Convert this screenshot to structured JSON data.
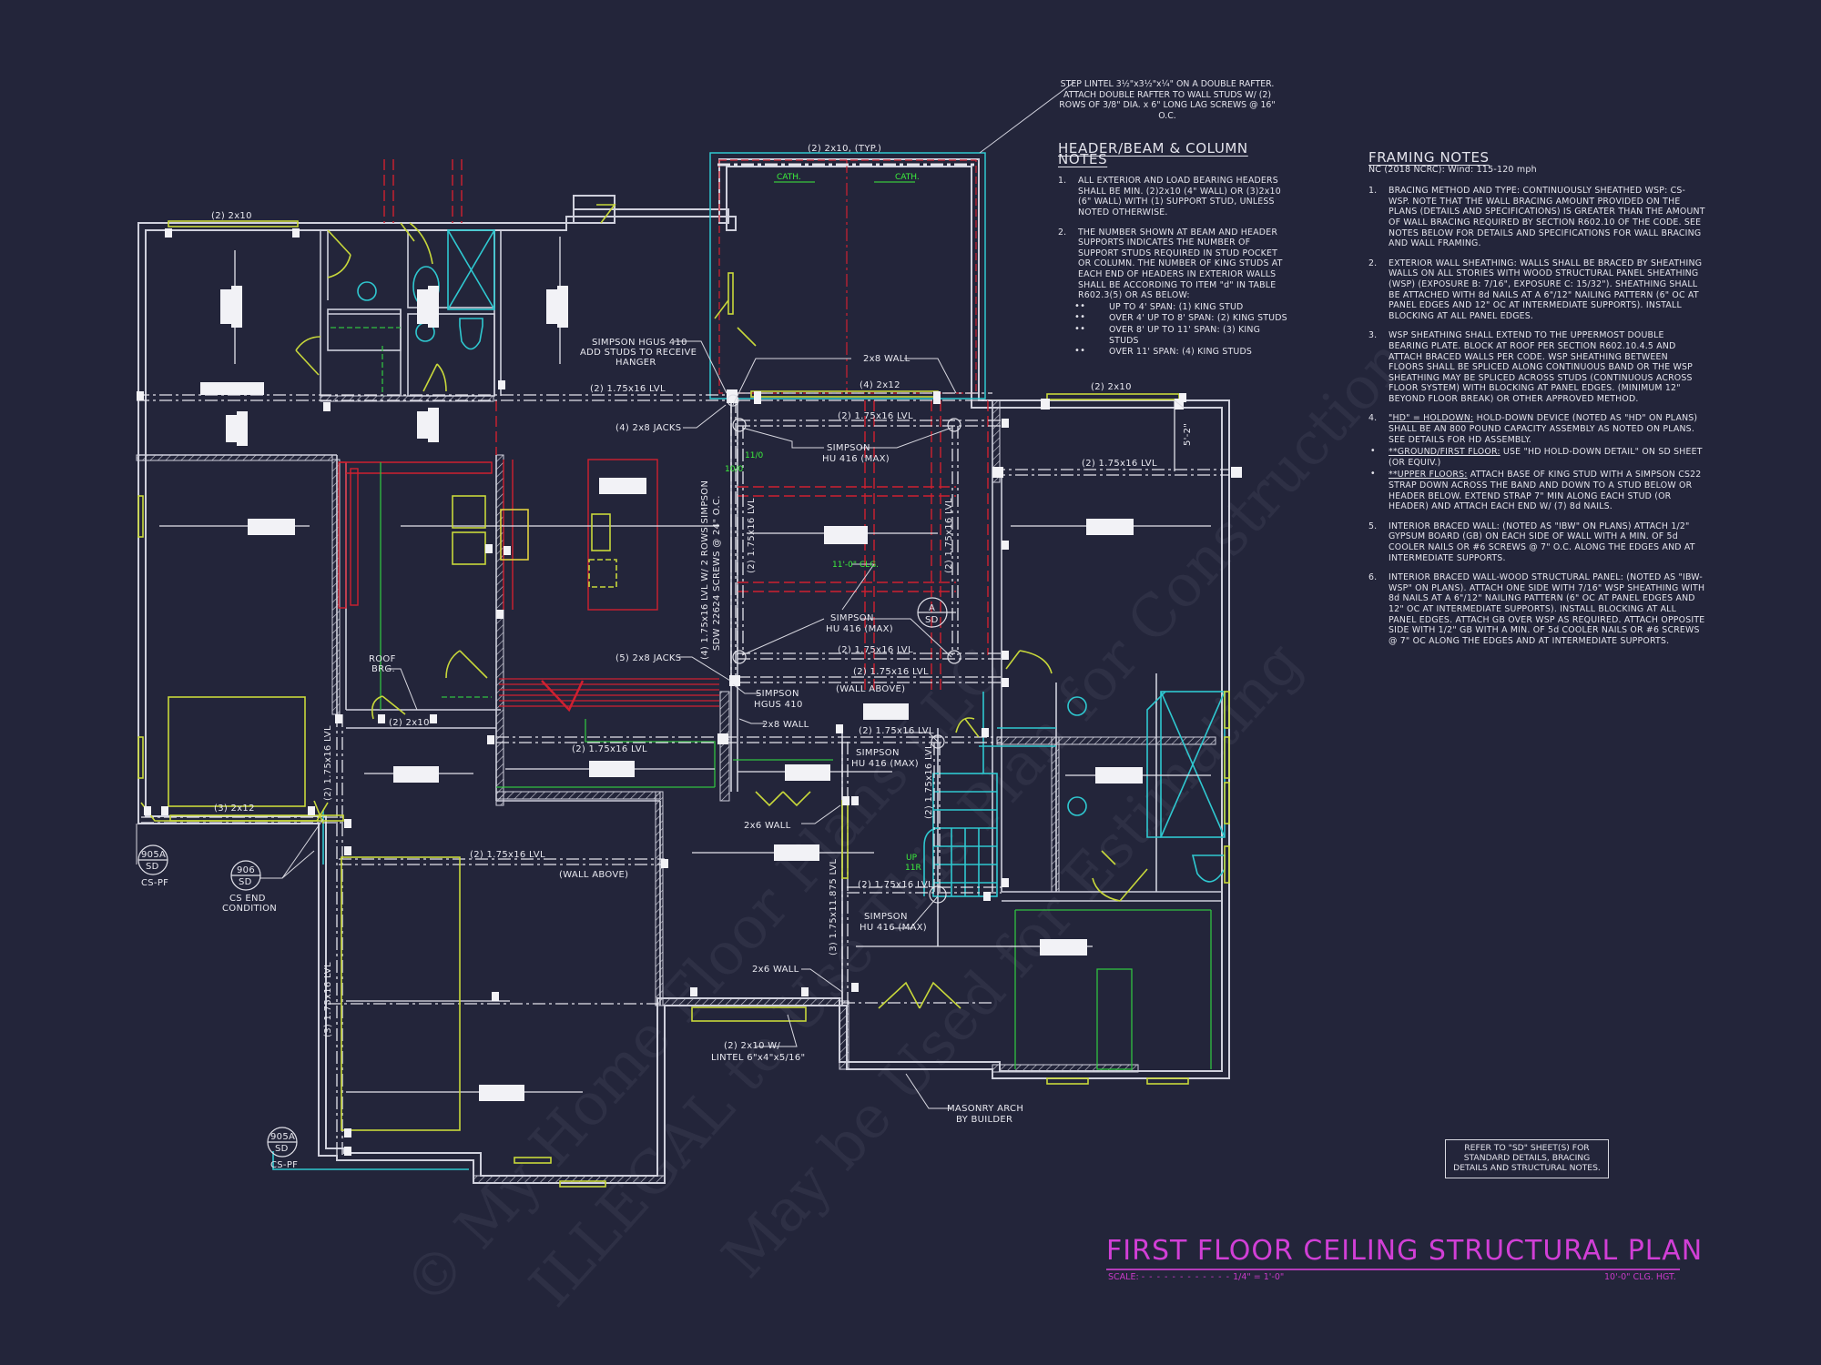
{
  "sheet": {
    "title": "FIRST FLOOR CEILING STRUCTURAL PLAN",
    "scale_label": "SCALE:",
    "scale_value": "1/4\" = 1'-0\"",
    "ceiling_height": "10'-0\" CLG. HGT.",
    "refer_note": "REFER TO \"SD\" SHEET(S) FOR STANDARD DETAILS, BRACING DETAILS AND STRUCTURAL NOTES.",
    "colors": {
      "background": "#23253a",
      "title": "#d13fd6",
      "walls": "#d0d0dc",
      "headers": "#c8d83a",
      "fixtures": "#2fc8d0",
      "beams": "#d02030",
      "annotations_green": "#3cf03c"
    }
  },
  "watermarks": [
    "© My Home Floor Plans LLC",
    "ILLEGAL to Use This Plan for Construction",
    "May be Used for Estimating"
  ],
  "step_lintel_note": "STEP LINTEL 3½\"x3½\"x¼\" ON A DOUBLE RAFTER. ATTACH DOUBLE RAFTER TO WALL STUDS W/ (2) ROWS OF 3/8\" DIA. x 6\" LONG LAG SCREWS @ 16\" O.C.",
  "header_notes": {
    "title": "HEADER/BEAM & COLUMN NOTES",
    "items": [
      {
        "num": "1.",
        "text": "ALL EXTERIOR AND LOAD BEARING HEADERS SHALL BE MIN. (2)2x10 (4\" WALL) OR (3)2x10 (6\" WALL) WITH (1) SUPPORT STUD, UNLESS NOTED OTHERWISE."
      },
      {
        "num": "2.",
        "text": "THE NUMBER SHOWN AT BEAM AND HEADER SUPPORTS INDICATES THE NUMBER OF SUPPORT STUDS REQUIRED IN STUD POCKET OR COLUMN. THE NUMBER OF KING STUDS AT EACH END OF HEADERS IN EXTERIOR WALLS SHALL BE ACCORDING TO ITEM \"d\" IN TABLE R602.3(5) OR AS BELOW:"
      }
    ],
    "bullets": [
      "UP TO 4' SPAN: (1) KING STUD",
      "OVER 4' UP TO 8' SPAN: (2) KING STUDS",
      "OVER 8' UP TO 11' SPAN: (3) KING STUDS",
      "OVER 11' SPAN: (4) KING STUDS"
    ]
  },
  "framing_notes": {
    "title": "FRAMING NOTES",
    "subtitle": "NC (2018 NCRC): Wind: 115-120 mph",
    "items": [
      {
        "num": "1.",
        "text": "BRACING METHOD AND TYPE: CONTINUOUSLY SHEATHED WSP: CS-WSP. NOTE THAT THE WALL BRACING AMOUNT PROVIDED ON THE PLANS (DETAILS AND SPECIFICATIONS) IS GREATER THAN THE AMOUNT OF WALL BRACING REQUIRED BY SECTION R602.10 OF THE CODE. SEE NOTES BELOW FOR DETAILS AND SPECIFICATIONS FOR WALL BRACING AND WALL FRAMING."
      },
      {
        "num": "2.",
        "text": "EXTERIOR WALL SHEATHING: WALLS SHALL BE BRACED BY SHEATHING WALLS ON ALL STORIES WITH WOOD STRUCTURAL PANEL SHEATHING (WSP) (EXPOSURE B: 7/16\", EXPOSURE C: 15/32\"). SHEATHING SHALL BE ATTACHED WITH 8d NAILS AT A 6\"/12\" NAILING PATTERN (6\" OC AT PANEL EDGES AND 12\" OC AT INTERMEDIATE SUPPORTS). INSTALL BLOCKING AT ALL PANEL EDGES."
      },
      {
        "num": "3.",
        "text": "WSP SHEATHING SHALL EXTEND TO THE UPPERMOST DOUBLE BEARING PLATE. BLOCK AT ROOF PER SECTION R602.10.4.5 AND ATTACH BRACED WALLS PER CODE. WSP SHEATHING BETWEEN FLOORS SHALL BE SPLICED ALONG CONTINUOUS BAND OR THE WSP SHEATHING MAY BE SPLICED ACROSS STUDS (CONTINUOUS ACROSS FLOOR SYSTEM) WITH BLOCKING AT PANEL EDGES. (MINIMUM 12\" BEYOND FLOOR BREAK) OR OTHER APPROVED METHOD."
      },
      {
        "num": "4.",
        "lead": "\"HD\" = HOLDOWN:",
        "text": " HOLD-DOWN DEVICE (NOTED AS \"HD\" ON PLANS) SHALL BE AN 800 POUND CAPACITY ASSEMBLY AS NOTED ON PLANS. SEE DETAILS FOR HD ASSEMBLY."
      },
      {
        "num": "5.",
        "text": "INTERIOR BRACED WALL: (NOTED AS \"IBW\" ON PLANS) ATTACH 1/2\" GYPSUM BOARD (GB) ON EACH SIDE OF WALL WITH A MIN. OF 5d COOLER NAILS OR #6 SCREWS @ 7\" O.C. ALONG THE EDGES AND AT INTERMEDIATE SUPPORTS."
      },
      {
        "num": "6.",
        "text": "INTERIOR BRACED WALL-WOOD STRUCTURAL PANEL: (NOTED AS \"IBW-WSP\" ON PLANS). ATTACH ONE SIDE WITH 7/16\" WSP SHEATHING WITH 8d NAILS AT A 6\"/12\" NAILING PATTERN (6\" OC AT PANEL EDGES AND 12\" OC AT INTERMEDIATE SUPPORTS). INSTALL BLOCKING AT ALL PANEL EDGES. ATTACH GB OVER WSP AS REQUIRED. ATTACH OPPOSITE SIDE WITH 1/2\" GB WITH A MIN. OF 5d COOLER NAILS OR #6 SCREWS @ 7\" OC ALONG THE EDGES AND AT INTERMEDIATE SUPPORTS."
      }
    ],
    "hd_bullets": [
      {
        "lead": "**GROUND/FIRST FLOOR:",
        "text": "  USE \"HD HOLD-DOWN DETAIL\" ON SD SHEET (OR EQUIV.)"
      },
      {
        "lead": "**UPPER FLOORS:",
        "text": " ATTACH BASE OF KING STUD WITH A SIMPSON CS22 STRAP DOWN ACROSS THE BAND AND DOWN TO A STUD BELOW OR HEADER BELOW.  EXTEND STRAP 7\" MIN ALONG EACH STUD (OR HEADER) AND ATTACH EACH END W/ (7) 8d NAILS."
      }
    ]
  },
  "plan_labels": {
    "hdr_2x10_nw": "(2) 2x10",
    "hdr_2x10_typ": "(2) 2x10, (TYP.)",
    "cath_left": "CATH.",
    "cath_right": "CATH.",
    "hgus_note_1": "SIMPSON HGUS 410",
    "hgus_note_2": "ADD STUDS TO RECEIVE",
    "hgus_note_3": "HANGER",
    "lvl_upper_left": "(2) 1.75x16 LVL",
    "jacks_4": "(4) 2x8 JACKS",
    "wall_2x8_top": "2x8 WALL",
    "hdr_4_2x12": "(4) 2x12",
    "lvl_top_mid": "(2) 1.75x16 LVL",
    "simpson_a1": "SIMPSON",
    "simpson_a2": "HU 416 (MAX)",
    "hdr_2x10_east": "(2) 2x10",
    "dim_5_2": "5'-2\"",
    "lvl_east": "(2) 1.75x16 LVL",
    "lvl_v_left": "(2) 1.75x16 LVL",
    "lvl_v_right": "(2) 1.75x16 LVL",
    "lvl_4_v1": "(4) 1.75x16 LVL W/ 2 ROWS SIMPSON",
    "lvl_4_v2": "SDW 22624 SCREWS @ 24\" O.C.",
    "clg_11": "11'-0\" CLG.",
    "green_a": "11/0",
    "green_b": "10/0",
    "simpson_b1": "SIMPSON",
    "simpson_b2": "HU 416 (MAX)",
    "section_a_top": "A",
    "section_a_bot": "SD",
    "lvl_mid_1": "(2) 1.75x16 LVL",
    "lvl_mid_2": "(2) 1.75x16 LVL",
    "wall_above_1": "(WALL ABOVE)",
    "jacks_5": "(5) 2x8 JACKS",
    "simpson_hgus_1": "SIMPSON",
    "simpson_hgus_2": "HGUS 410",
    "wall_2x8_mid": "2x8 WALL",
    "lvl_mid_3": "(2) 1.75x16 LVL",
    "roof_brg_1": "ROOF",
    "roof_brg_2": "BRG.",
    "hdr_2x10_laundry": "(2) 2x10",
    "lvl_v_west": "(2) 1.75x16 LVL",
    "lvl_kitchen": "(2) 1.75x16 LVL",
    "simpson_c1": "SIMPSON",
    "simpson_c2": "HU 416 (MAX)",
    "lvl_v_stair": "(2) 1.75x16 LVL",
    "wall_2x6_1": "2x6 WALL",
    "hdr_3_2x12": "(3) 2x12",
    "lvl_garage": "(2) 1.75x16 LVL",
    "wall_above_2": "(WALL ABOVE)",
    "lvl_3_garage": "(3) 1.75x16 LVL",
    "lvl_3_1188": "(3) 1.75x11.875 LVL",
    "up_1": "UP",
    "up_2": "11R",
    "lvl_stair_bot": "(2) 1.75x16 LVL",
    "simpson_d1": "SIMPSON",
    "simpson_d2": "HU 416 (MAX)",
    "wall_2x6_2": "2x6 WALL",
    "lintel_1": "(2) 2x10 W/",
    "lintel_2": "LINTEL 6\"x4\"x5/16\"",
    "masonry_1": "MASONRY ARCH",
    "masonry_2": "BY BUILDER",
    "tag_905a_top": "905A",
    "tag_905a_bot": "SD",
    "tag_905a_cap": "CS-PF",
    "tag_906_top": "906",
    "tag_906_bot": "SD",
    "tag_906_cap1": "CS END",
    "tag_906_cap2": "CONDITION",
    "tag_905a2_top": "905A",
    "tag_905a2_bot": "SD",
    "tag_905a2_cap": "CS-PF"
  }
}
